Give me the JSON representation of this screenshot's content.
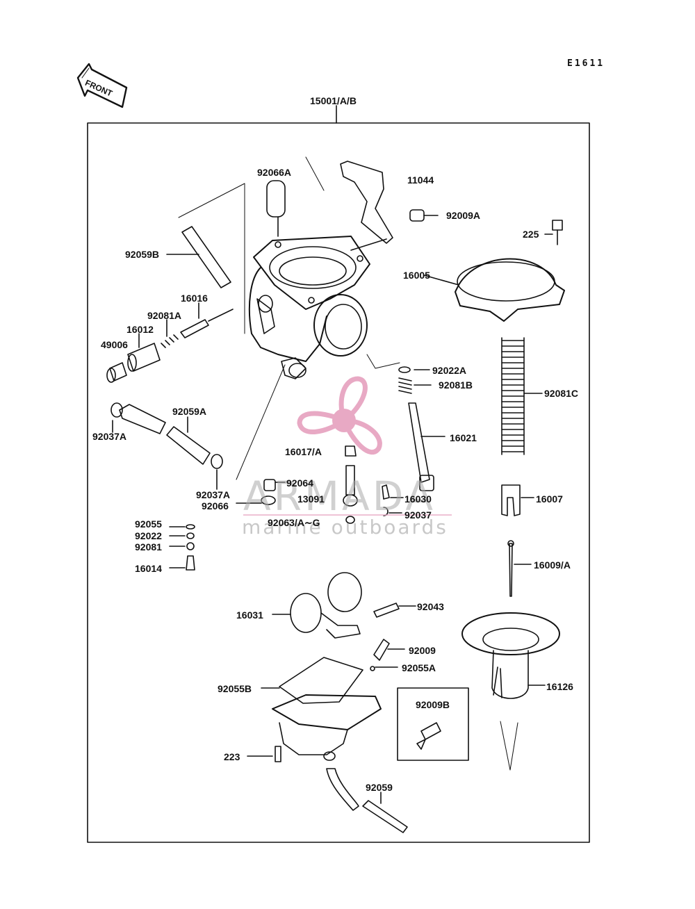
{
  "diagram": {
    "code": "E1611",
    "front_label": "FRONT",
    "assembly_label": "15001/A/B"
  },
  "watermark": {
    "brand": "ARMADA",
    "tagline": "marine outboards",
    "color": "#e8a9c4"
  },
  "parts": [
    {
      "id": "92066A",
      "label": "92066A"
    },
    {
      "id": "11044",
      "label": "11044"
    },
    {
      "id": "92009A",
      "label": "92009A"
    },
    {
      "id": "225",
      "label": "225"
    },
    {
      "id": "92059B",
      "label": "92059B"
    },
    {
      "id": "16005",
      "label": "16005"
    },
    {
      "id": "16016",
      "label": "16016"
    },
    {
      "id": "92081A",
      "label": "92081A"
    },
    {
      "id": "16012",
      "label": "16012"
    },
    {
      "id": "49006",
      "label": "49006"
    },
    {
      "id": "92022A",
      "label": "92022A"
    },
    {
      "id": "92081B",
      "label": "92081B"
    },
    {
      "id": "92081C",
      "label": "92081C"
    },
    {
      "id": "92037A-top",
      "label": "92037A"
    },
    {
      "id": "92059A",
      "label": "92059A"
    },
    {
      "id": "16021",
      "label": "16021"
    },
    {
      "id": "16017A",
      "label": "16017/A"
    },
    {
      "id": "92064",
      "label": "92064"
    },
    {
      "id": "13091",
      "label": "13091"
    },
    {
      "id": "16030",
      "label": "16030"
    },
    {
      "id": "16007",
      "label": "16007"
    },
    {
      "id": "92037A-bot",
      "label": "92037A"
    },
    {
      "id": "92066",
      "label": "92066"
    },
    {
      "id": "92037",
      "label": "92037"
    },
    {
      "id": "92063",
      "label": "92063/A∼G"
    },
    {
      "id": "92055",
      "label": "92055"
    },
    {
      "id": "92022",
      "label": "92022"
    },
    {
      "id": "92081",
      "label": "92081"
    },
    {
      "id": "16014",
      "label": "16014"
    },
    {
      "id": "16009A",
      "label": "16009/A"
    },
    {
      "id": "16031",
      "label": "16031"
    },
    {
      "id": "92043",
      "label": "92043"
    },
    {
      "id": "92009",
      "label": "92009"
    },
    {
      "id": "92055A",
      "label": "92055A"
    },
    {
      "id": "92055B",
      "label": "92055B"
    },
    {
      "id": "16126",
      "label": "16126"
    },
    {
      "id": "92009B",
      "label": "92009B"
    },
    {
      "id": "223",
      "label": "223"
    },
    {
      "id": "92059",
      "label": "92059"
    }
  ]
}
